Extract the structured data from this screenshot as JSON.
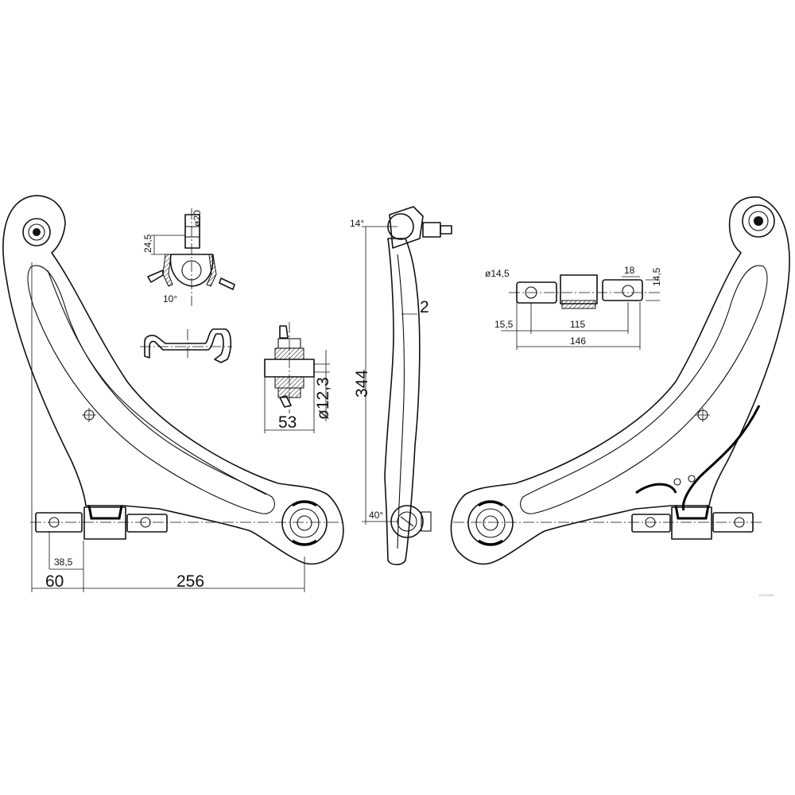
{
  "dimensions": {
    "arm_length": "256",
    "offset_60": "60",
    "offset_38_5": "38,5",
    "height_344": "344",
    "thickness_2": "2",
    "bushing_diameter": "ø12,3",
    "bushing_length": "53",
    "ball_joint_diameter": "ø20",
    "ball_joint_height": "24,5",
    "ball_joint_angle": "10°",
    "top_angle": "14°",
    "bottom_angle": "40°",
    "bracket_hole_diameter": "ø14,5",
    "bracket_18": "18",
    "bracket_14_5": "14,5",
    "bracket_15_5": "15,5",
    "bracket_115": "115",
    "bracket_146": "146"
  },
  "watermark": "H1630030"
}
